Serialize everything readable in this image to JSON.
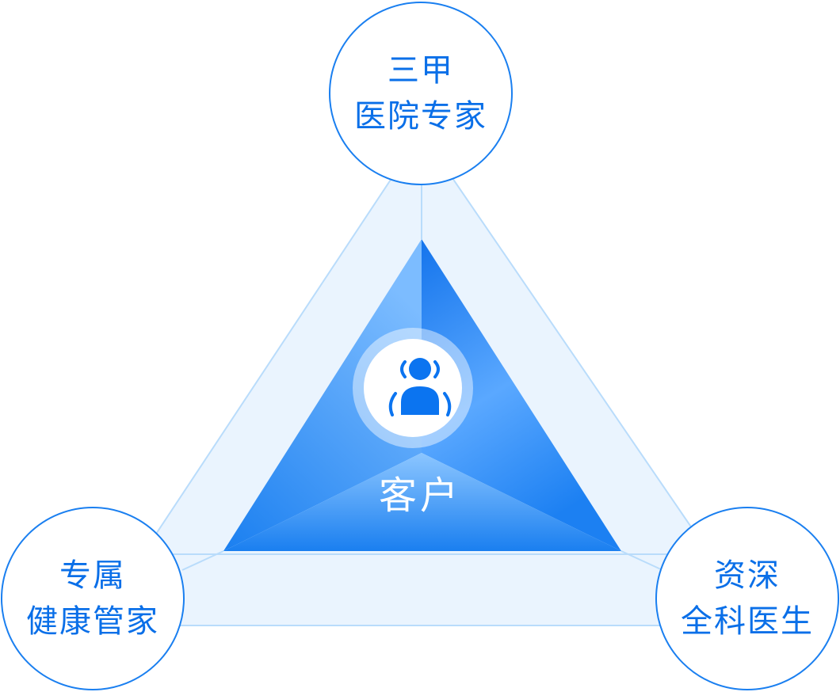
{
  "nodes": {
    "top": {
      "line1": "三甲",
      "line2": "医院专家"
    },
    "left": {
      "line1": "专属",
      "line2": "健康管家"
    },
    "right": {
      "line1": "资深",
      "line2": "全科医生"
    }
  },
  "center": {
    "label": "客户",
    "icon": "user-icon"
  },
  "colors": {
    "outer_fill": "#eaf4fe",
    "outer_stroke": "#b9dcfb",
    "triangle_light": "#6fb7ff",
    "triangle_dark": "#1a7ff0",
    "circle_stroke": "#1a7ff0",
    "text_blue": "#0a6fe8",
    "icon_blue": "#0b74f0"
  }
}
